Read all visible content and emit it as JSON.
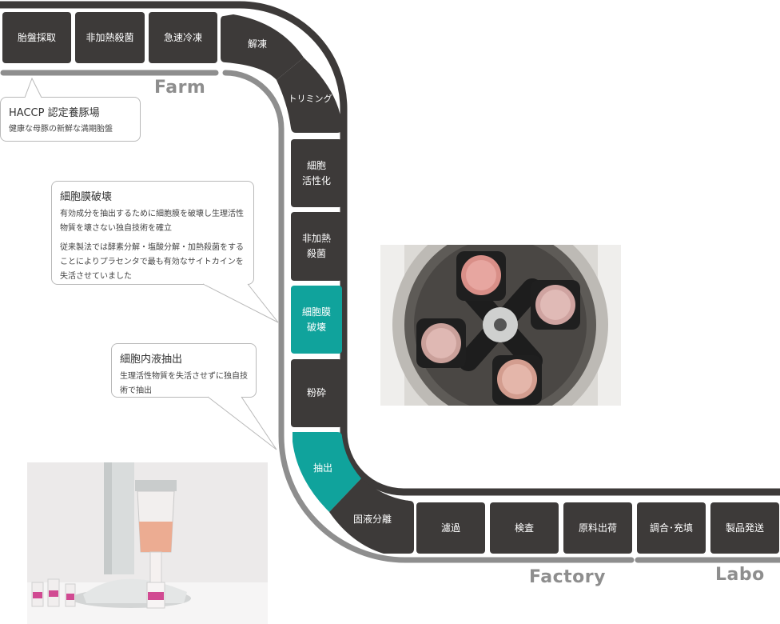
{
  "steps": [
    {
      "id": "placenta-collection",
      "label": "胎盤採取",
      "highlight": false
    },
    {
      "id": "non-heat-sterilization-1",
      "label": "非加熱殺菌",
      "highlight": false
    },
    {
      "id": "quick-freeze",
      "label": "急速冷凍",
      "highlight": false
    },
    {
      "id": "thaw",
      "label": "解凍",
      "highlight": false
    },
    {
      "id": "trimming",
      "label": "トリミング",
      "highlight": false
    },
    {
      "id": "cell-activation",
      "label": "細胞\n活性化",
      "highlight": false
    },
    {
      "id": "non-heat-sterilization-2",
      "label": "非加熱\n殺菌",
      "highlight": false
    },
    {
      "id": "cell-membrane-breaking",
      "label": "細胞膜\n破壊",
      "highlight": true
    },
    {
      "id": "grinding",
      "label": "粉砕",
      "highlight": false
    },
    {
      "id": "extraction",
      "label": "抽出",
      "highlight": true
    },
    {
      "id": "solid-liquid-separation",
      "label": "固液分離",
      "highlight": false
    },
    {
      "id": "filtration",
      "label": "濾過",
      "highlight": false
    },
    {
      "id": "inspection",
      "label": "検査",
      "highlight": false
    },
    {
      "id": "raw-material-shipment",
      "label": "原料出荷",
      "highlight": false
    },
    {
      "id": "blending-filling",
      "label": "調合･充填",
      "highlight": false
    },
    {
      "id": "product-shipment",
      "label": "製品発送",
      "highlight": false
    }
  ],
  "zones": {
    "farm": "Farm",
    "factory": "Factory",
    "labo": "Labo"
  },
  "callouts": {
    "haccp": {
      "title": "HACCP 認定養豚場",
      "desc": "健康な母豚の新鮮な満期胎盤"
    },
    "membrane": {
      "title": "細胞膜破壊",
      "desc1": "有効成分を抽出するために細胞膜を破壊し生理活性物質を壊さない独自技術を確立",
      "desc2": "従来製法では酵素分解・塩酸分解・加熱殺菌をすることによりプラセンタで最も有効なサイトカインを失活させていました"
    },
    "extraction": {
      "title": "細胞内液抽出",
      "desc": "生理活性物質を失活させずに独自技術で抽出"
    }
  },
  "colors": {
    "step": "#3d3a39",
    "highlight": "#10a39c",
    "belt": "#3d3a39",
    "rail": "#8e8e8e",
    "zone_text": "#8e8e8e"
  }
}
